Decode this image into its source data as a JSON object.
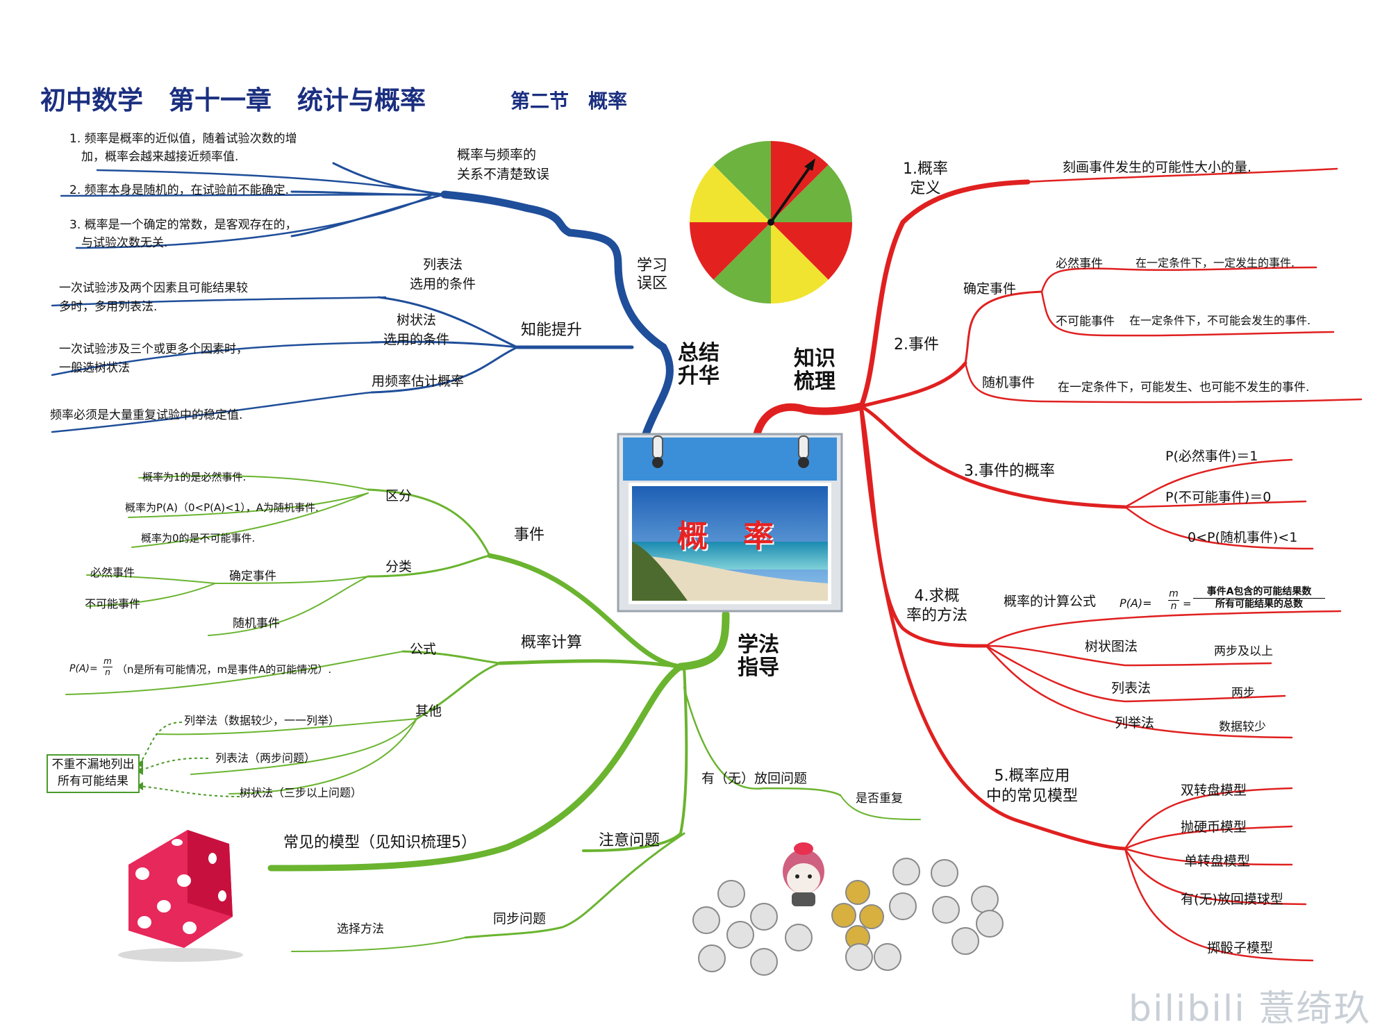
{
  "title": {
    "main": "初中数学　第十一章　统计与概率",
    "sub": "第二节　概率"
  },
  "center": {
    "label_1": "概",
    "label_2": "率"
  },
  "branches": {
    "summary": {
      "label": "总结\n升华",
      "study_mistakes": {
        "label": "学习\n误区",
        "topic": "概率与频率的\n关系不清楚致误",
        "items": [
          "1. 频率是概率的近似值，随着试验次数的增\n　加，概率会越来越接近频率值.",
          "2. 频率本身是随机的，在试验前不能确定.",
          "3. 概率是一个确定的常数，是客观存在的，\n　与试验次数无关."
        ]
      },
      "skill_up": {
        "label": "知能提升",
        "sub": [
          {
            "label": "列表法\n选用的条件",
            "note": "一次试验涉及两个因素且可能结果较\n多时，多用列表法."
          },
          {
            "label": "树状法\n选用的条件",
            "note": "一次试验涉及三个或更多个因素时，\n一般选树状法"
          },
          {
            "label": "用频率估计概率",
            "note": "频率必须是大量重复试验中的稳定值."
          }
        ]
      }
    },
    "knowledge": {
      "label": "知识\n梳理",
      "def": {
        "label": "1.概率\n定义",
        "text": "刻画事件发生的可能性大小的量."
      },
      "events": {
        "label": "2.事件",
        "certain": {
          "label": "确定事件",
          "sure_label": "必然事件",
          "sure_text": "在一定条件下，一定发生的事件.",
          "imp_label": "不可能事件",
          "imp_text": "在一定条件下，不可能会发生的事件."
        },
        "random": {
          "label": "随机事件",
          "text": "在一定条件下，可能发生、也可能不发生的事件."
        }
      },
      "event_prob": {
        "label": "3.事件的概率",
        "items": [
          "P(必然事件)＝1",
          "P(不可能事件)＝0",
          "0<P(随机事件)<1"
        ]
      },
      "methods": {
        "label": "4.求概\n率的方法",
        "formula_label": "概率的计算公式",
        "formula_lhs": "P(A)=",
        "formula_m": "m",
        "formula_n": "n",
        "formula_eq": "=",
        "formula_num": "事件A包含的可能结果数",
        "formula_den": "所有可能结果的总数",
        "rows": [
          {
            "label": "树状图法",
            "note": "两步及以上"
          },
          {
            "label": "列表法",
            "note": "两步"
          },
          {
            "label": "列举法",
            "note": "数据较少"
          }
        ]
      },
      "models": {
        "label": "5.概率应用\n中的常见模型",
        "items": [
          "双转盘模型",
          "抛硬币模型",
          "单转盘模型",
          "有(无)放回摸球型",
          "掷骰子模型"
        ]
      }
    },
    "method": {
      "label": "学法\n指导",
      "events": {
        "label": "事件",
        "distinguish": {
          "label": "区分",
          "items": [
            "概率为1的是必然事件.",
            "概率为P(A)（0<P(A)<1），A为随机事件.",
            "概率为0的是不可能事件."
          ]
        },
        "classify": {
          "label": "分类",
          "certain": "确定事件",
          "certain_items": [
            "必然事件",
            "不可能事件"
          ],
          "random": "随机事件"
        }
      },
      "calc": {
        "label": "概率计算",
        "formula": {
          "label": "公式",
          "lhs": "P(A)=",
          "m": "m",
          "n": "n",
          "text": "（n是所有可能情况，m是事件A的可能情况）."
        },
        "other": {
          "label": "其他",
          "items": [
            "列举法（数据较少，一一列举）",
            "列表法（两步问题）",
            "树状法（三步以上问题）"
          ],
          "box": "不重不漏地列出\n所有可能结果"
        }
      },
      "models": {
        "label": "常见的模型（见知识梳理5）"
      },
      "attention": {
        "label": "注意问题",
        "replace": {
          "label": "有（无）放回问题",
          "note": "是否重复"
        },
        "sync": {
          "label": "同步问题",
          "note": "选择方法"
        }
      }
    }
  },
  "watermark": "bilibili 薏绮玖",
  "colors": {
    "blue": "#1f4e9a",
    "red": "#e02020",
    "green": "#6ab42f",
    "title": "#1b2f80"
  }
}
